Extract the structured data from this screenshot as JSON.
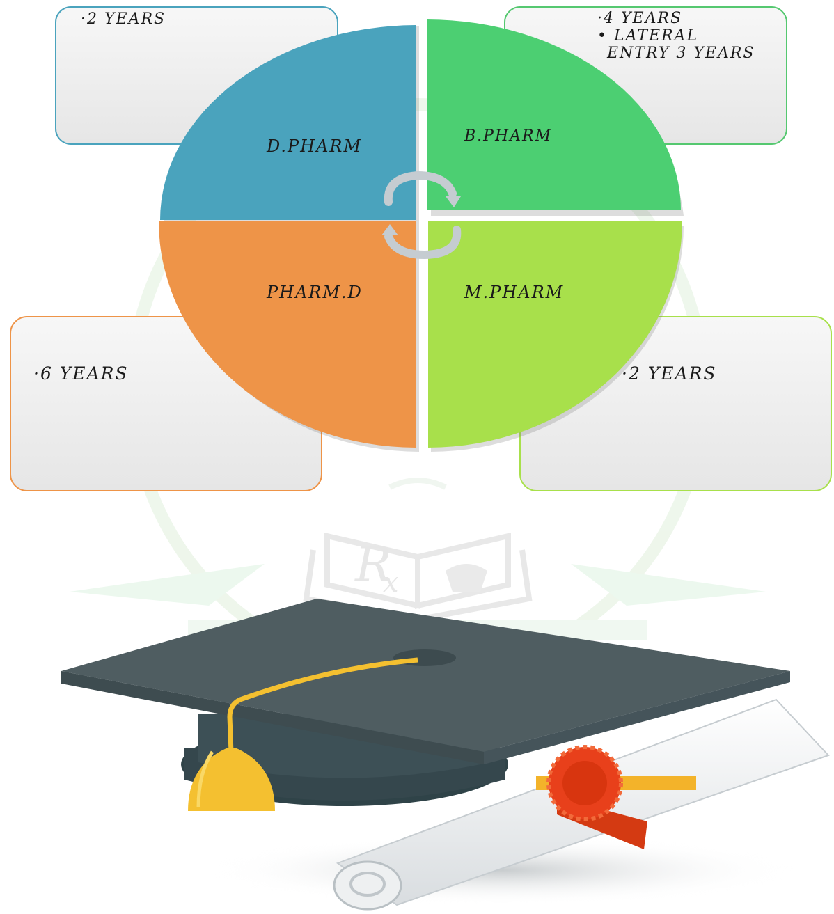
{
  "quadrants": [
    {
      "key": "dpharm",
      "label": "D.PHARM",
      "color": "#4aa3bd",
      "border": "#4aa3bd",
      "details": [
        "·2 YEARS"
      ]
    },
    {
      "key": "bpharm",
      "label": "B.PHARM",
      "color": "#4ccf72",
      "border": "#55c870",
      "details": [
        "·4 YEARS",
        "• LATERAL",
        "ENTRY 3 YEARS"
      ]
    },
    {
      "key": "pharmd",
      "label": "PHARM.D",
      "color": "#ee9448",
      "border": "#ee9448",
      "details": [
        "·6 YEARS"
      ]
    },
    {
      "key": "mpharm",
      "label": "M.PHARM",
      "color": "#a8e04b",
      "border": "#a8e04b",
      "details": [
        "·2 YEARS"
      ]
    }
  ],
  "icons": {
    "cycle": "cycle-arrows-icon",
    "cap": "graduation-cap-icon",
    "diploma": "diploma-scroll-icon",
    "watermark": "rx-book-watermark-icon"
  },
  "colors": {
    "cap_top": "#4f5d61",
    "cap_band": "#35474d",
    "tassel": "#f4c030",
    "seal": "#e8401b"
  }
}
